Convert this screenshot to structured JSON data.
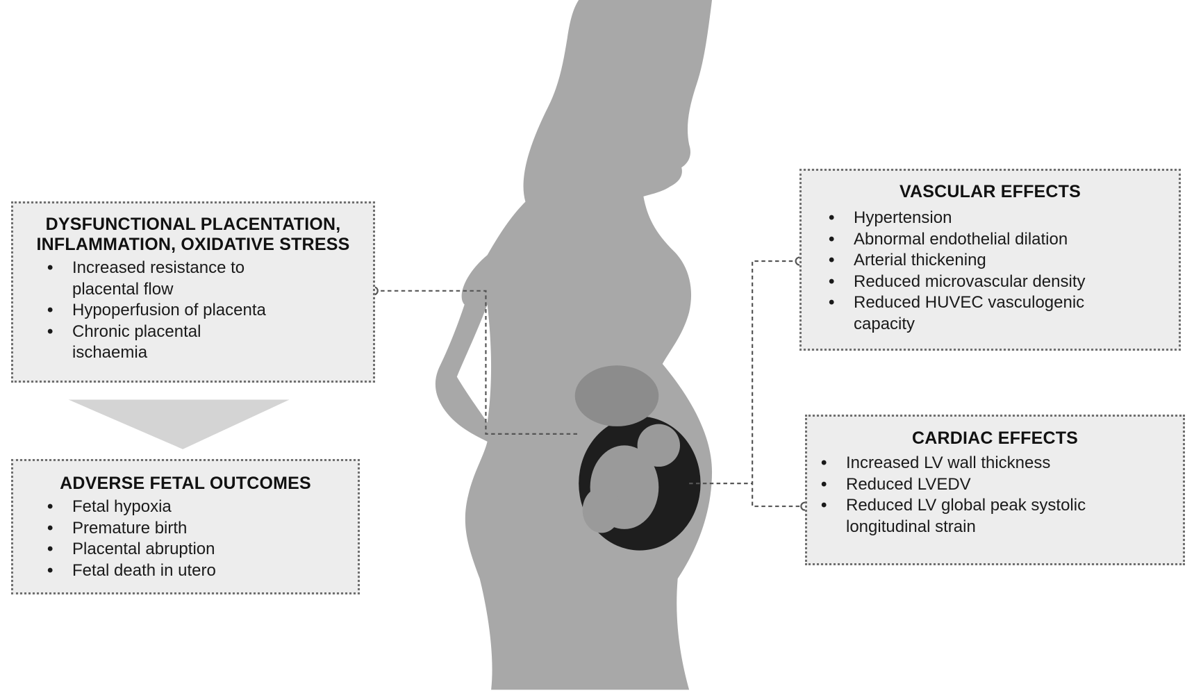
{
  "boxes": {
    "placentation": {
      "title_line1": "DYSFUNCTIONAL PLACENTATION,",
      "title_line2": "INFLAMMATION, OXIDATIVE STRESS",
      "items": [
        "Increased resistance to placental flow",
        "Hypoperfusion of placenta",
        "Chronic placental ischaemia"
      ]
    },
    "fetal": {
      "title": "ADVERSE FETAL OUTCOMES",
      "items": [
        "Fetal hypoxia",
        "Premature birth",
        "Placental abruption",
        "Fetal death in utero"
      ]
    },
    "vascular": {
      "title": "VASCULAR EFFECTS",
      "items": [
        "Hypertension",
        "Abnormal endothelial dilation",
        "Arterial thickening",
        "Reduced microvascular density",
        "Reduced HUVEC vasculogenic capacity"
      ]
    },
    "cardiac": {
      "title": "CARDIAC EFFECTS",
      "items": [
        "Increased LV wall thickness",
        "Reduced LVEDV",
        "Reduced LV global peak systolic longitudinal strain"
      ]
    }
  },
  "colors": {
    "silhouette": "#a8a8a8",
    "box_bg": "#ededed",
    "border": "#6f6f6f",
    "arrow": "#d4d4d4",
    "uterus": "#1e1e1e"
  }
}
